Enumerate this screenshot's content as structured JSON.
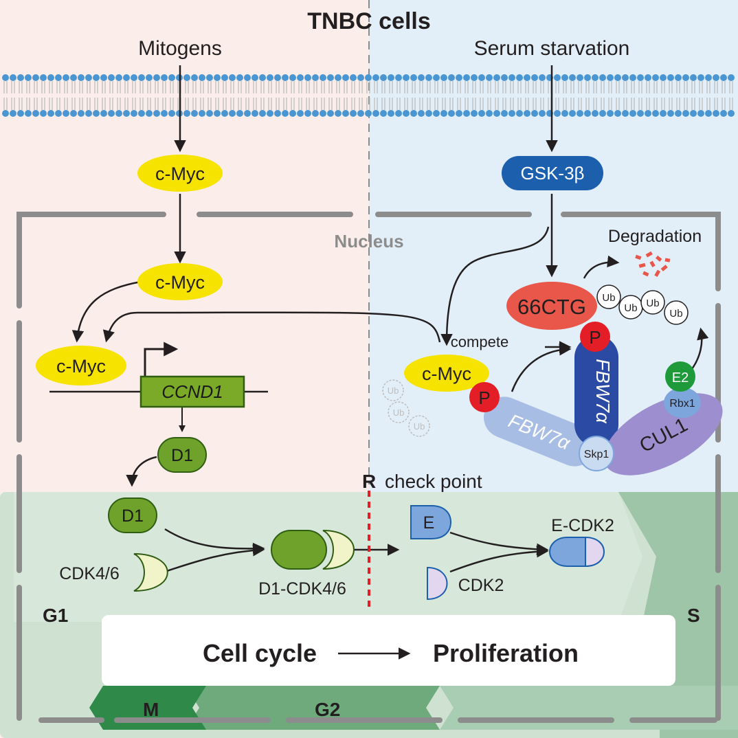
{
  "title": "TNBC cells",
  "left_stimulus": "Mitogens",
  "right_stimulus": "Serum starvation",
  "nucleus_label": "Nucleus",
  "cmyc_label": "c-Myc",
  "gsk_label": "GSK-3β",
  "degradation_label": "Degradation",
  "ctg_label": "66CTG",
  "ub_label": "Ub",
  "p_label": "P",
  "compete_label": "compete",
  "fbw7_label": "FBW7α",
  "e2_label": "E2",
  "rbx1_label": "Rbx1",
  "skp1_label": "Skp1",
  "cul1_label": "CUL1",
  "ccnd1_label": "CCND1",
  "d1_label": "D1",
  "r_label": "R",
  "checkpoint_label": "check point",
  "cdk46_label": "CDK4/6",
  "d1cdk46_label": "D1-CDK4/6",
  "e_label": "E",
  "cdk2_label": "CDK2",
  "ecdk2_label": "E-CDK2",
  "phases": {
    "g1": "G1",
    "s": "S",
    "m": "M",
    "g2": "G2"
  },
  "cell_cycle_label": "Cell cycle",
  "proliferation_label": "Proliferation",
  "colors": {
    "left_bg": "#fbeeea",
    "right_bg": "#e3eff8",
    "cycle_bg": "#c9ddcd",
    "myc_yellow": "#f6e300",
    "gsk_blue": "#1b5fad",
    "ctg_red": "#e8574a",
    "phospho_red": "#e41e26",
    "fbw7_light": "#a8bde3",
    "fbw7_dark": "#2a4aa3",
    "cul1_purple": "#9d8fcf",
    "e2_green": "#1f9a3b",
    "ccnd1_green": "#7aaa27",
    "d1_green": "#6fa22a",
    "cdk46_pale": "#f1f3c8",
    "e_blue": "#7da6dc",
    "cdk2_lilac": "#e3d6ef",
    "membrane_blue": "#4a96d2"
  }
}
